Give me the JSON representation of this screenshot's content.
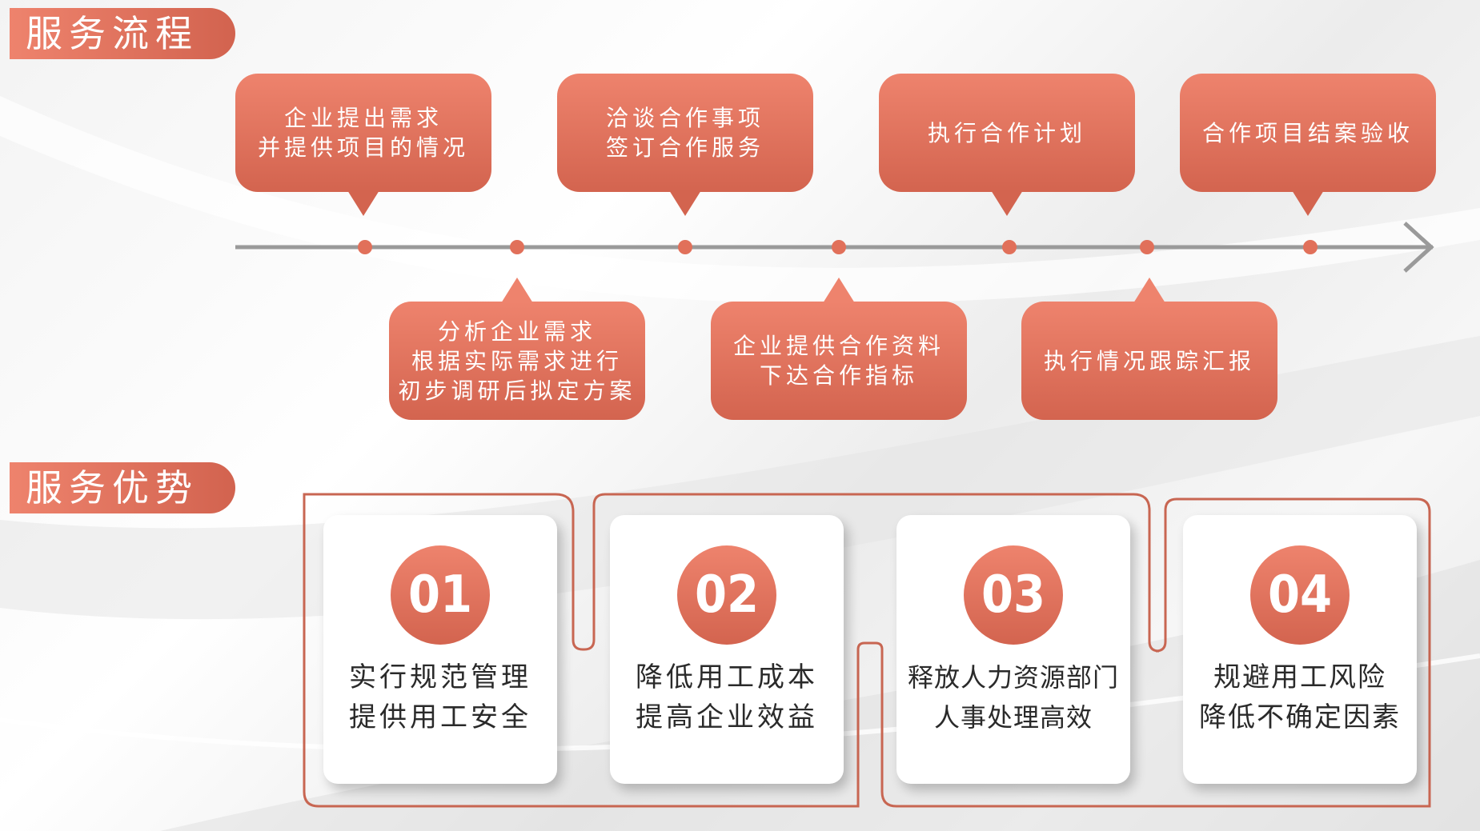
{
  "sections": {
    "process_title": "服务流程",
    "advantage_title": "服务优势"
  },
  "process_steps_top": [
    {
      "lines": [
        "企业提出需求",
        "并提供项目的情况"
      ]
    },
    {
      "lines": [
        "洽谈合作事项",
        "签订合作服务"
      ]
    },
    {
      "lines": [
        "执行合作计划"
      ]
    },
    {
      "lines": [
        "合作项目结案验收"
      ]
    }
  ],
  "process_steps_bottom": [
    {
      "lines": [
        "分析企业需求",
        "根据实际需求进行",
        "初步调研后拟定方案"
      ]
    },
    {
      "lines": [
        "企业提供合作资料",
        "下达合作指标"
      ]
    },
    {
      "lines": [
        "执行情况跟踪汇报"
      ]
    }
  ],
  "advantages": [
    {
      "number": "01",
      "lines": [
        "实行规范管理",
        "提供用工安全"
      ]
    },
    {
      "number": "02",
      "lines": [
        "降低用工成本",
        "提高企业效益"
      ]
    },
    {
      "number": "03",
      "lines": [
        "释放人力资源部门",
        "人事处理高效"
      ]
    },
    {
      "number": "04",
      "lines": [
        "规避用工风险",
        "降低不确定因素"
      ]
    }
  ],
  "colors": {
    "accent_light": "#ee836d",
    "accent_dark": "#d3644f",
    "timeline": "#9a9a9a",
    "frame_line": "#c86652"
  },
  "icons": {
    "timeline_end": "arrow-right-icon",
    "timeline_node": "dot-icon"
  }
}
